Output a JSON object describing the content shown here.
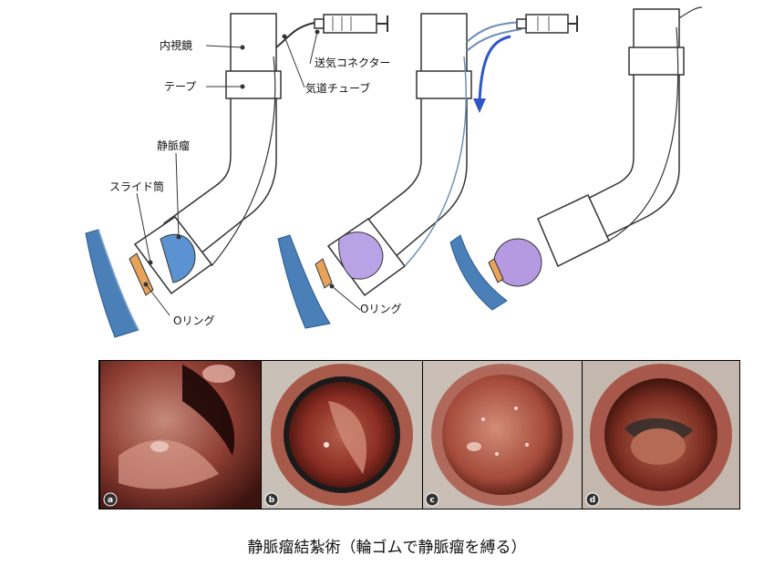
{
  "diagram": {
    "labels": {
      "endoscope": "内視鏡",
      "tape": "テープ",
      "air_connector": "送気コネクター",
      "air_tube": "気道チューブ",
      "varix": "静脈瘤",
      "slide_tube": "スライド筒",
      "o_ring_1": "Oリング",
      "o_ring_2": "Oリング"
    },
    "colors": {
      "wall": "#4a7fb8",
      "varix_1": "#5b93d2",
      "varix_2": "#b7a3e6",
      "varix_3": "#b59ae2",
      "band": "#e8a35a",
      "arrow": "#2f56c4"
    }
  },
  "photos": [
    {
      "badge": "a"
    },
    {
      "badge": "b"
    },
    {
      "badge": "c"
    },
    {
      "badge": "d"
    }
  ],
  "caption": "静脈瘤結紮術（輪ゴムで静脈瘤を縛る）"
}
